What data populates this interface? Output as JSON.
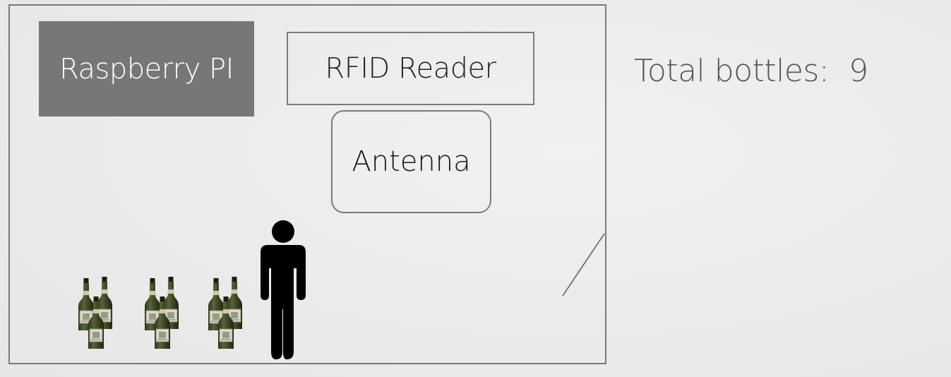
{
  "diagram": {
    "nodes": {
      "raspberry_pi": "Raspberry PI",
      "rfid_reader": "RFID Reader",
      "antenna": "Antenna"
    },
    "counter": {
      "label": "Total bottles:",
      "value": "9"
    },
    "bottle_count": 9,
    "colors": {
      "pi_fill": "#777777",
      "border": "#7a7a7a",
      "bottle_glass": "#3d4a26",
      "person": "#000000"
    },
    "icons": [
      "person-icon",
      "wine-bottle-icon",
      "door-icon"
    ]
  }
}
